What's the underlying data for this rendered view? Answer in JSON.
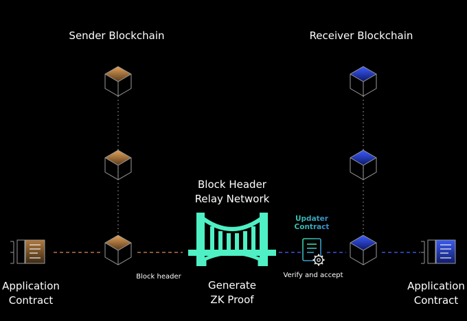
{
  "sender": {
    "title": "Sender Blockchain"
  },
  "receiver": {
    "title": "Receiver Blockchain"
  },
  "bridge": {
    "title_line1": "Block Header",
    "title_line2": "Relay Network"
  },
  "updater": {
    "line1": "Updater",
    "line2": "Contract"
  },
  "proof": {
    "line1": "Generate",
    "line2": "ZK Proof"
  },
  "app_left": {
    "line1": "Application",
    "line2": "Contract"
  },
  "app_right": {
    "line1": "Application",
    "line2": "Contract"
  },
  "edges": {
    "block_header": "Block header",
    "verify": "Verify and accept"
  },
  "colors": {
    "sender_accent": "#c8873e",
    "receiver_accent": "#2f4fd8",
    "bridge": "#4ef0c4",
    "updater": "#39d9a6",
    "background": "#000000"
  }
}
